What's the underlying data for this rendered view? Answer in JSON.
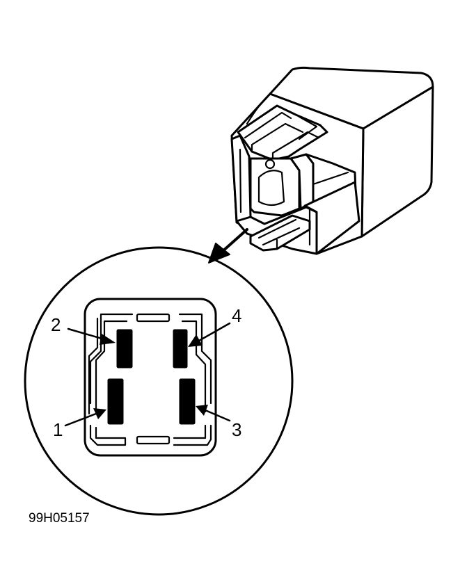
{
  "figure": {
    "id_label": "99H05157"
  },
  "pins": [
    {
      "number": "1"
    },
    {
      "number": "2"
    },
    {
      "number": "3"
    },
    {
      "number": "4"
    }
  ]
}
